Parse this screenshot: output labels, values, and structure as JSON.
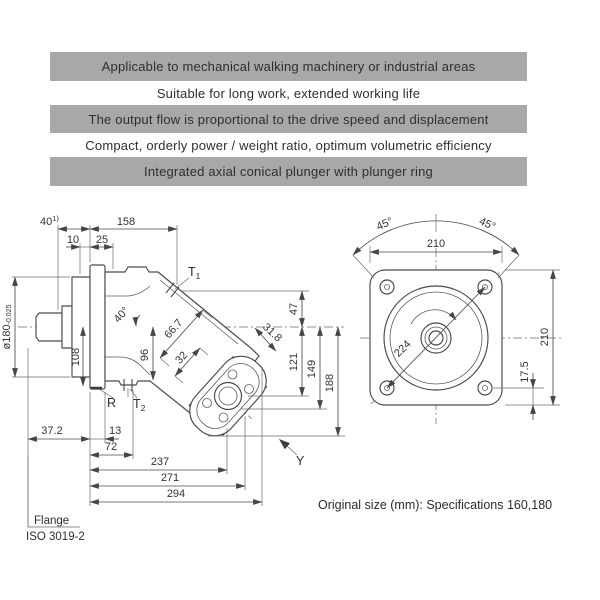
{
  "banners": [
    {
      "text": "Applicable to mechanical walking machinery or industrial areas"
    },
    {
      "text": "Suitable for long work, extended working life"
    },
    {
      "text": "The output flow is proportional to the drive speed and displacement"
    },
    {
      "text": "Compact, orderly power / weight ratio, optimum volumetric efficiency"
    },
    {
      "text": "Integrated axial conical plunger with plunger ring"
    }
  ],
  "caption": "Original size (mm): Specifications 160,180",
  "flange_note": {
    "line1": "Flange",
    "line2": "ISO 3019-2"
  },
  "side_view": {
    "dims": {
      "d40": "40",
      "d40_note": "1)",
      "d158": "158",
      "d10": "10",
      "d25": "25",
      "d180": "ø180",
      "d180_tol": "-0.025",
      "d108": "108",
      "d96": "96",
      "d37_2": "37.2",
      "d13": "13",
      "d72": "72",
      "d237": "237",
      "d271": "271",
      "d294": "294",
      "d47": "47",
      "d121": "121",
      "d149": "149",
      "d188": "188",
      "d31_8": "31.8",
      "d66_7": "66.7",
      "d32": "32",
      "angle": "40°"
    },
    "ports": {
      "t1": "T",
      "t1_sub": "1",
      "t2": "T",
      "t2_sub": "2",
      "r": "R",
      "y": "Y"
    }
  },
  "front_view": {
    "dims": {
      "d45_left": "45°",
      "d45_right": "45°",
      "d210_top": "210",
      "d210_right": "210",
      "d224": "224",
      "d17_5": "17.5"
    }
  },
  "colors": {
    "banner_gray": "#a8a8a8",
    "line": "#4a4a4a"
  }
}
